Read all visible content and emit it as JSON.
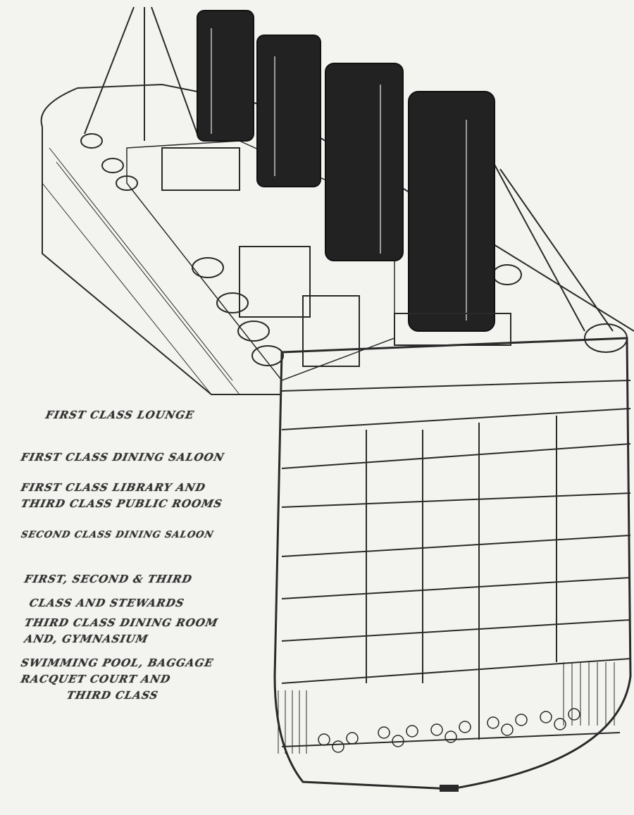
{
  "figure": {
    "type": "newspaper cutaway illustration of an ocean liner",
    "colors": {
      "paper": "#f3f3ef",
      "ink": "#2a2a2a",
      "funnel": "#222222"
    },
    "funnels": 4
  },
  "labels": [
    {
      "id": "first-class-lounge",
      "text": "FIRST CLASS LOUNGE"
    },
    {
      "id": "first-class-dining-saloon",
      "text": "FIRST CLASS DINING SALOON"
    },
    {
      "id": "library-line1",
      "text": "FIRST CLASS LIBRARY AND"
    },
    {
      "id": "library-line2",
      "text": "THIRD CLASS PUBLIC ROOMS"
    },
    {
      "id": "second-class-dining-saloon",
      "text": "SECOND CLASS DINING SALOON"
    },
    {
      "id": "cabins-line1",
      "text": "FIRST, SECOND & THIRD"
    },
    {
      "id": "cabins-line2",
      "text": "CLASS AND STEWARDS"
    },
    {
      "id": "third-dining-line1",
      "text": "THIRD CLASS DINING ROOM"
    },
    {
      "id": "third-dining-line2",
      "text": "AND, GYMNASIUM"
    },
    {
      "id": "pool-line1",
      "text": "SWIMMING POOL, BAGGAGE"
    },
    {
      "id": "pool-line2",
      "text": "RACQUET COURT AND"
    },
    {
      "id": "pool-line3",
      "text": "THIRD CLASS"
    }
  ]
}
